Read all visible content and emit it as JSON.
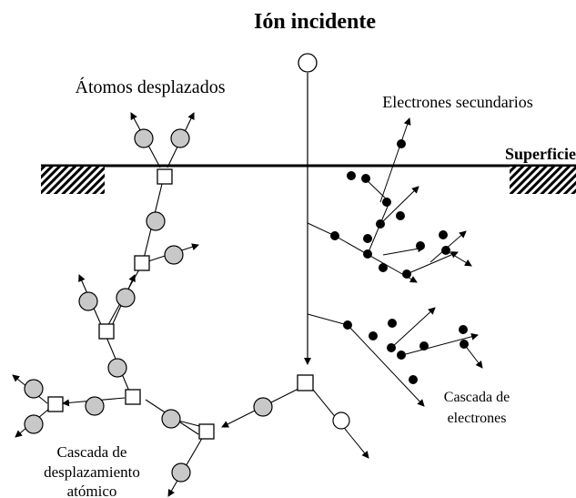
{
  "labels": {
    "incident_ion": "Ión incidente",
    "displaced_atoms": "Átomos desplazados",
    "secondary_electrons": "Electrones secundarios",
    "surface": "Superficie",
    "electron_cascade_line1": "Cascada de",
    "electron_cascade_line2": "electrones",
    "atomic_cascade_line1": "Cascada de",
    "atomic_cascade_line2": "desplazamiento",
    "atomic_cascade_line3": "atómico"
  },
  "legend_symbols": {
    "incident_ion": "white-circle",
    "displaced_atom": "gray-circle",
    "vacancy": "white-square",
    "electron": "black-dot"
  },
  "colors": {
    "ink": "#000000",
    "atom_fill": "#c8c8c8",
    "ion_fill": "#ffffff",
    "background": "#ffffff"
  }
}
